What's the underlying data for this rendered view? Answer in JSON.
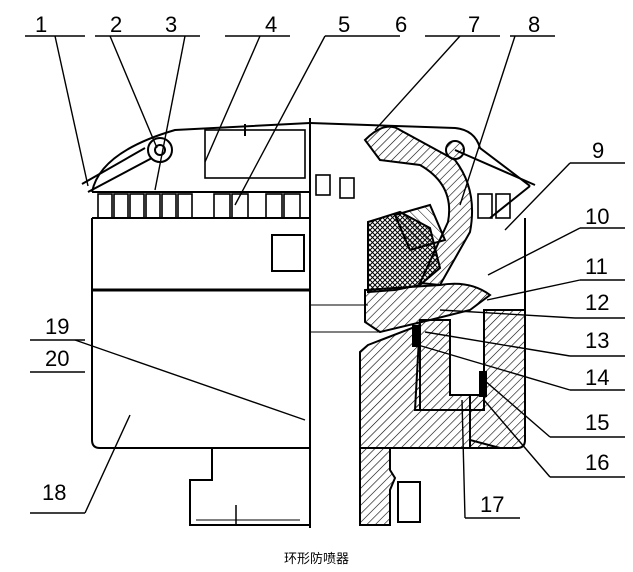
{
  "diagram": {
    "caption": "环形防喷器",
    "callouts": [
      "1",
      "2",
      "3",
      "4",
      "5",
      "6",
      "7",
      "8",
      "9",
      "10",
      "11",
      "12",
      "13",
      "14",
      "15",
      "16",
      "17",
      "18",
      "19",
      "20"
    ]
  }
}
